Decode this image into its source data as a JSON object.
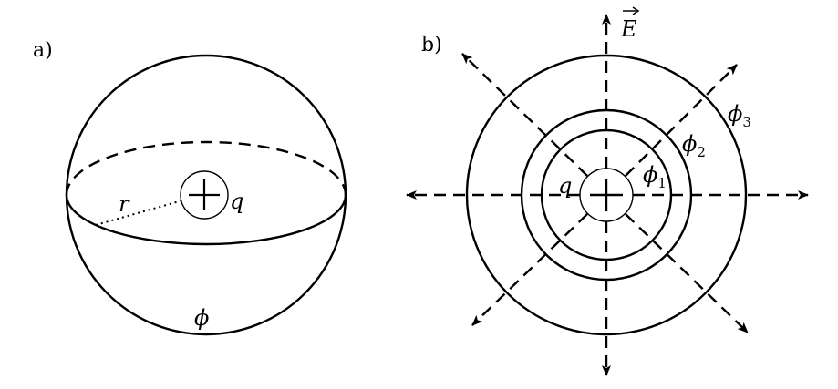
{
  "panel_a": {
    "label": "a)",
    "radius_label": "r",
    "charge_label": "q",
    "potential_label": "ϕ"
  },
  "panel_b": {
    "label": "b)",
    "field_label": "E",
    "charge_label": "q",
    "potentials": [
      {
        "symbol": "ϕ",
        "sub": "1"
      },
      {
        "symbol": "ϕ",
        "sub": "2"
      },
      {
        "symbol": "ϕ",
        "sub": "3"
      }
    ]
  }
}
